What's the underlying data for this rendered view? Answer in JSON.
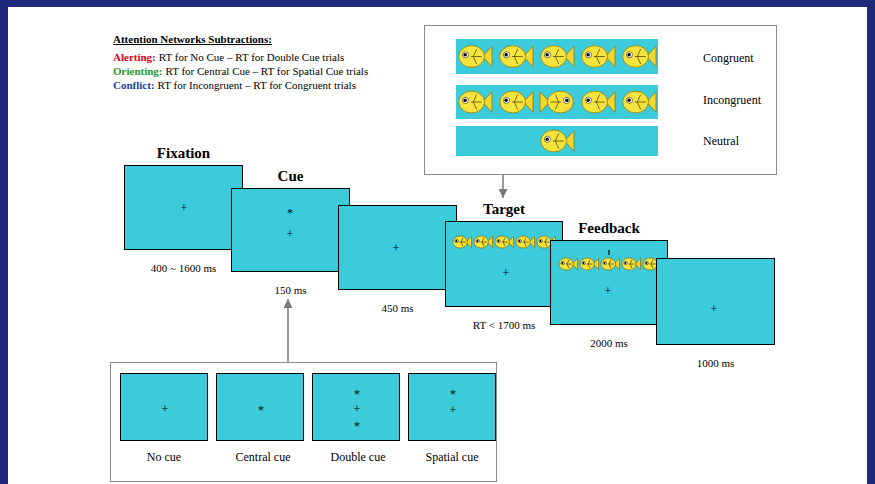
{
  "diagram": {
    "nodes": [
      {
        "text": [
          "Congruent",
          "Incongruent",
          "Neutral"
        ]
      },
      {
        "text": [
          "Fixation",
          "+",
          "400 ~ 1600 ms"
        ]
      },
      {
        "text": [
          "Cue",
          "*",
          "+",
          "150 ms"
        ]
      },
      {
        "text": [
          "+",
          "450 ms"
        ]
      },
      {
        "text": [
          "Target",
          "+",
          "RT < 1700 ms"
        ]
      },
      {
        "text": [
          "Feedback",
          "+",
          "2000 ms"
        ]
      },
      {
        "text": [
          "+",
          "1000 ms"
        ]
      },
      {
        "text": [
          "No cue",
          "Central cue",
          "Double cue",
          "Spatial cue"
        ]
      },
      {
        "text": [
          "+"
        ],
        "in": 7
      },
      {
        "text": [
          "*"
        ],
        "in": 7
      },
      {
        "text": [
          "*",
          "+",
          "*"
        ],
        "in": 7
      },
      {
        "text": [
          "*",
          "+"
        ],
        "in": 7
      }
    ],
    "edges": [
      {
        "from": 0,
        "to": 4,
        "arrow": "to"
      },
      {
        "from": 7,
        "to": 2,
        "arrow": "to"
      }
    ],
    "labels": [
      "Attention Networks Subtractions:",
      "Alerting:",
      "RT for No Cue – RT for Double Cue trials",
      "Orienting:",
      "RT for Central Cue – RT for Spatial Cue trials",
      "Conflict:",
      "RT for Incongruent – RT for Congruent trials"
    ]
  }
}
